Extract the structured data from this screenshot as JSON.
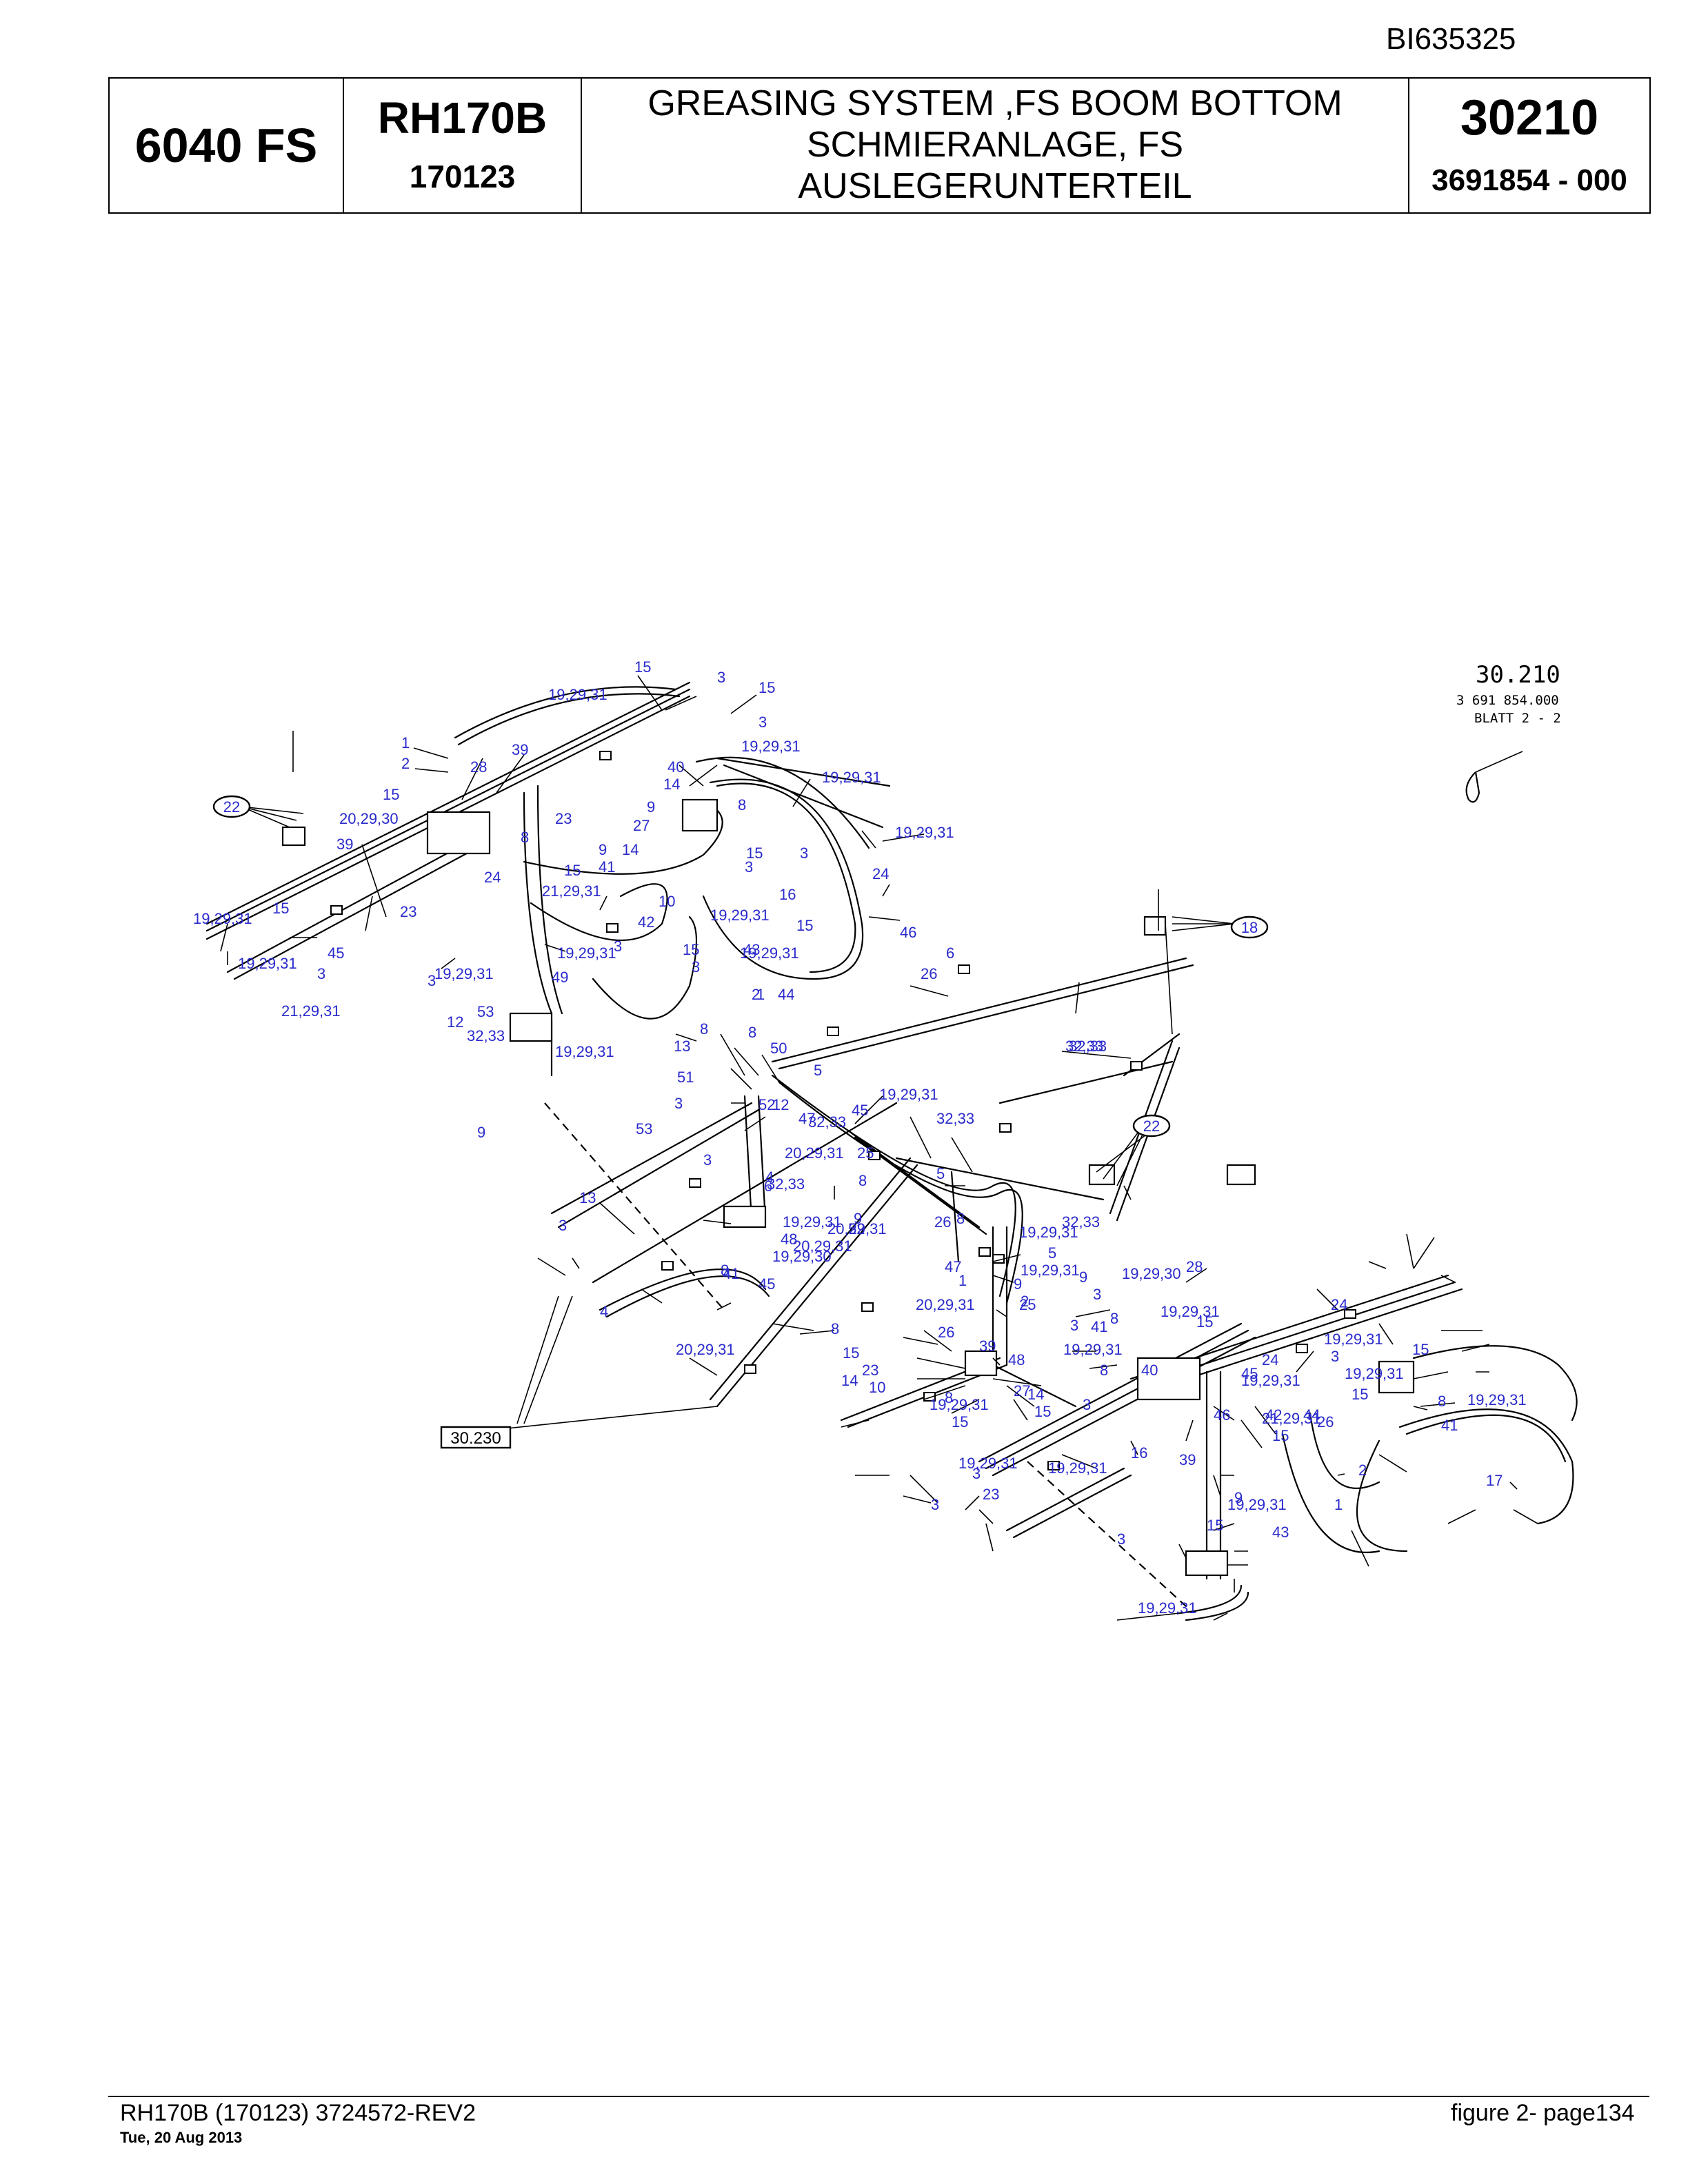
{
  "header": {
    "doc_id": "BI635325",
    "model": "6040 FS",
    "machine": "RH170B",
    "serial": "170123",
    "description": [
      "GREASING SYSTEM ,FS BOOM BOTTOM",
      "SCHMIERANLAGE, FS",
      "AUSLEGERUNTERTEIL"
    ],
    "figure_number": "30210",
    "part_number": "3691854 - 000"
  },
  "drawing": {
    "stamp": {
      "number": "30.210",
      "part": "3 691 854.000",
      "sheet": "BLATT 2 - 2"
    },
    "ref_box": "30.230",
    "circled_refs": [
      "22",
      "18",
      "22"
    ],
    "labels": [
      "15",
      "3",
      "15",
      "19,29,31",
      "3",
      "19,29,31",
      "1",
      "39",
      "2",
      "28",
      "40",
      "19,29,31",
      "14",
      "9",
      "8",
      "15",
      "20,29,30",
      "23",
      "27",
      "3",
      "19,29,31",
      "39",
      "8",
      "14",
      "15",
      "24",
      "3",
      "24",
      "15",
      "9",
      "41",
      "21,29,31",
      "10",
      "16",
      "23",
      "19,29,31",
      "15",
      "42",
      "19,29,31",
      "15",
      "3",
      "43",
      "46",
      "3",
      "15",
      "19,29,31",
      "3",
      "45",
      "19,29,31",
      "3",
      "19,29,31",
      "21,29,31",
      "19,29,31",
      "1",
      "44",
      "49",
      "53",
      "12",
      "2",
      "26",
      "6",
      "32,33",
      "8",
      "8",
      "32,33",
      "50",
      "32,33",
      "13",
      "5",
      "19,29,31",
      "51",
      "19,29,31",
      "3",
      "47",
      "12",
      "32,33",
      "45",
      "32,33",
      "9",
      "52",
      "20,29,31",
      "25",
      "8",
      "6",
      "53",
      "32,33",
      "26",
      "13",
      "3",
      "4",
      "9",
      "8",
      "19,29,31",
      "32,33",
      "5",
      "19,29,31",
      "5",
      "20,29,31",
      "3",
      "48",
      "45",
      "41",
      "47",
      "19,29,31",
      "9",
      "19,29,30",
      "20,29,31",
      "52",
      "8",
      "1",
      "4",
      "2",
      "19,29,30",
      "9",
      "28",
      "3",
      "20,29,31",
      "8",
      "20,29,31",
      "25",
      "26",
      "48",
      "8",
      "19,29,31",
      "39",
      "41",
      "15",
      "19,29,31",
      "3",
      "15",
      "8",
      "14",
      "40",
      "19,29,31",
      "19,29,31",
      "15",
      "23",
      "8",
      "27",
      "3",
      "24",
      "9",
      "19,29,31",
      "14",
      "15",
      "10",
      "3",
      "23",
      "24",
      "42",
      "19,29,31",
      "15",
      "3",
      "15",
      "39",
      "45",
      "46",
      "16",
      "15",
      "19,29,31",
      "3",
      "21,29,31",
      "19,29,31",
      "19,29,31",
      "43",
      "3",
      "19,29,31",
      "15",
      "26",
      "44",
      "2",
      "1",
      "8",
      "41",
      "19,29,31",
      "17"
    ]
  },
  "footer": {
    "left": "RH170B (170123) 3724572-REV2",
    "date": "Tue, 20 Aug 2013",
    "right": "figure  2- page134"
  }
}
